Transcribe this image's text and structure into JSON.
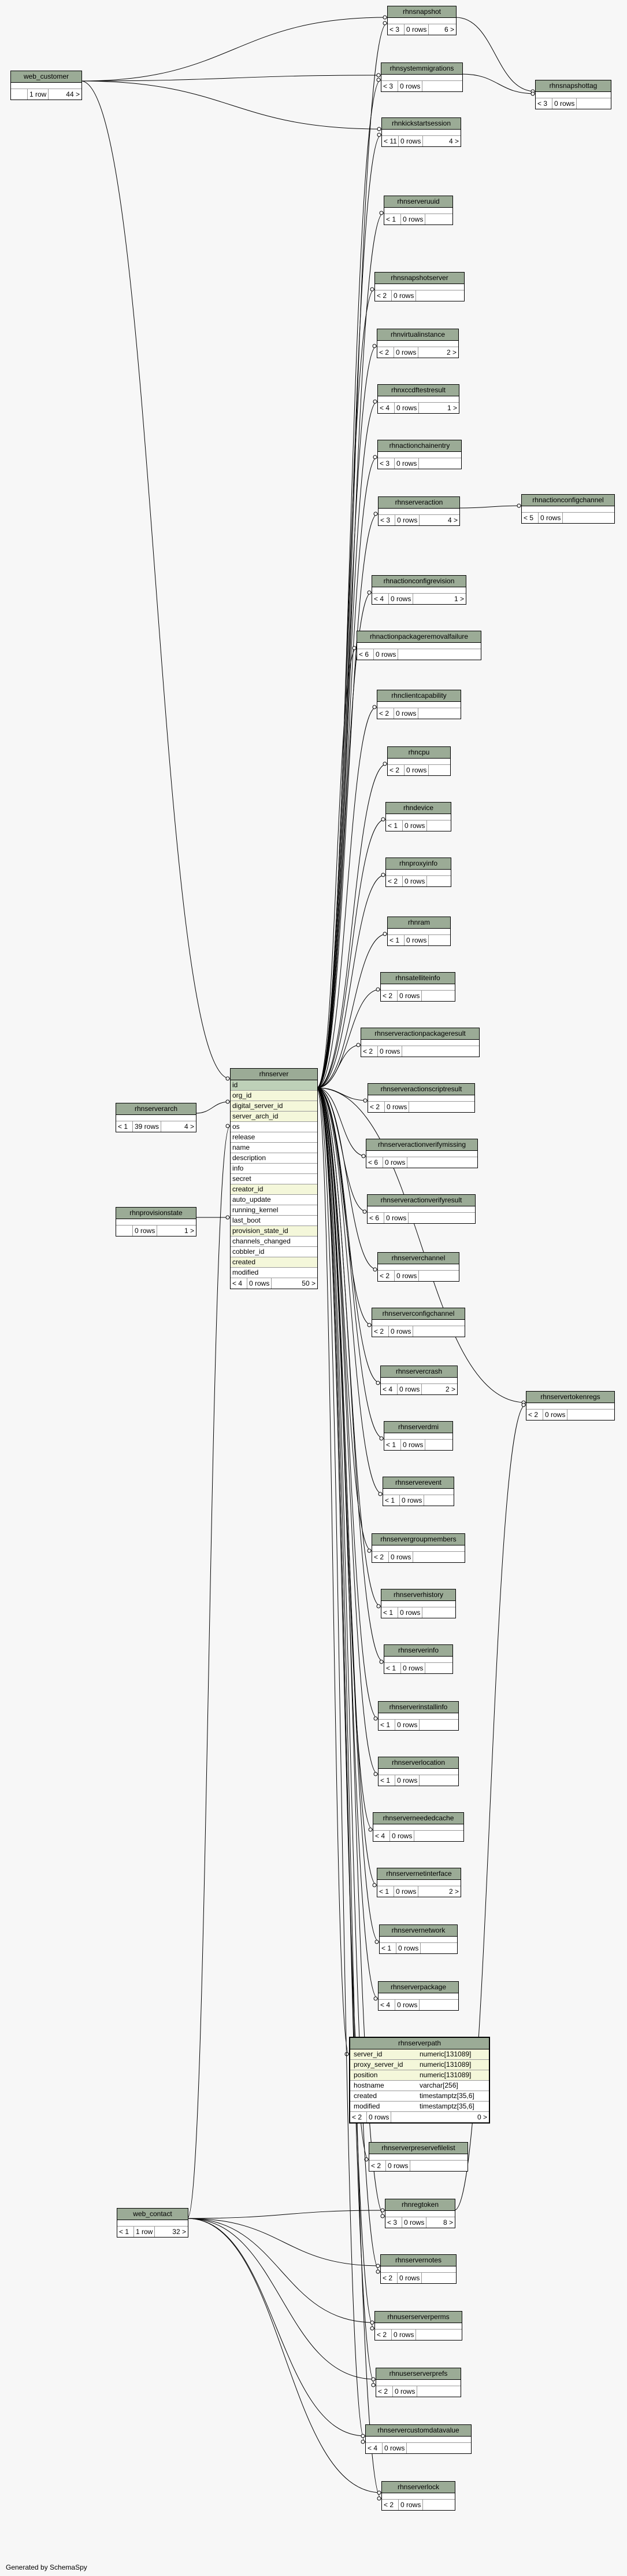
{
  "footer": "Generated by SchemaSpy",
  "tables": {
    "rhnsnapshot": {
      "name": "rhnsnapshot",
      "foot": [
        "< 3",
        "0 rows",
        "6 >"
      ]
    },
    "rhnsystemmigrations": {
      "name": "rhnsystemmigrations",
      "foot": [
        "< 3",
        "0 rows",
        ""
      ]
    },
    "rhnsnapshottag": {
      "name": "rhnsnapshottag",
      "foot": [
        "< 3",
        "0 rows",
        ""
      ]
    },
    "web_customer": {
      "name": "web_customer",
      "foot": [
        "",
        "1 row",
        "44 >"
      ]
    },
    "rhnkickstartsession": {
      "name": "rhnkickstartsession",
      "foot": [
        "< 11",
        "0 rows",
        "4 >"
      ]
    },
    "rhnserveruuid": {
      "name": "rhnserveruuid",
      "foot": [
        "< 1",
        "0 rows",
        ""
      ]
    },
    "rhnsnapshotserver": {
      "name": "rhnsnapshotserver",
      "foot": [
        "< 2",
        "0 rows",
        ""
      ]
    },
    "rhnvirtualinstance": {
      "name": "rhnvirtualinstance",
      "foot": [
        "< 2",
        "0 rows",
        "2 >"
      ]
    },
    "rhnxccdftestresult": {
      "name": "rhnxccdftestresult",
      "foot": [
        "< 4",
        "0 rows",
        "1 >"
      ]
    },
    "rhnactionchainentry": {
      "name": "rhnactionchainentry",
      "foot": [
        "< 3",
        "0 rows",
        ""
      ]
    },
    "rhnserveraction": {
      "name": "rhnserveraction",
      "foot": [
        "< 3",
        "0 rows",
        "4 >"
      ]
    },
    "rhnactionconfigchannel": {
      "name": "rhnactionconfigchannel",
      "foot": [
        "< 5",
        "0 rows",
        ""
      ]
    },
    "rhnactionconfigrevision": {
      "name": "rhnactionconfigrevision",
      "foot": [
        "< 4",
        "0 rows",
        "1 >"
      ]
    },
    "rhnactionpackageremovalfailure": {
      "name": "rhnactionpackageremovalfailure",
      "foot": [
        "< 6",
        "0 rows",
        ""
      ]
    },
    "rhnclientcapability": {
      "name": "rhnclientcapability",
      "foot": [
        "< 2",
        "0 rows",
        ""
      ]
    },
    "rhncpu": {
      "name": "rhncpu",
      "foot": [
        "< 2",
        "0 rows",
        ""
      ]
    },
    "rhndevice": {
      "name": "rhndevice",
      "foot": [
        "< 1",
        "0 rows",
        ""
      ]
    },
    "rhnproxyinfo": {
      "name": "rhnproxyinfo",
      "foot": [
        "< 2",
        "0 rows",
        ""
      ]
    },
    "rhnram": {
      "name": "rhnram",
      "foot": [
        "< 1",
        "0 rows",
        ""
      ]
    },
    "rhnsatelliteinfo": {
      "name": "rhnsatelliteinfo",
      "foot": [
        "< 2",
        "0 rows",
        ""
      ]
    },
    "rhnserveractionpackageresult": {
      "name": "rhnserveractionpackageresult",
      "foot": [
        "< 2",
        "0 rows",
        ""
      ]
    },
    "rhnserveractionscriptresult": {
      "name": "rhnserveractionscriptresult",
      "foot": [
        "< 2",
        "0 rows",
        ""
      ]
    },
    "rhnserveractionverifymissing": {
      "name": "rhnserveractionverifymissing",
      "foot": [
        "< 6",
        "0 rows",
        ""
      ]
    },
    "rhnserveractionverifyresult": {
      "name": "rhnserveractionverifyresult",
      "foot": [
        "< 6",
        "0 rows",
        ""
      ]
    },
    "rhnserverchannel": {
      "name": "rhnserverchannel",
      "foot": [
        "< 2",
        "0 rows",
        ""
      ]
    },
    "rhnserverconfigchannel": {
      "name": "rhnserverconfigchannel",
      "foot": [
        "< 2",
        "0 rows",
        ""
      ]
    },
    "rhnservercrash": {
      "name": "rhnservercrash",
      "foot": [
        "< 4",
        "0 rows",
        "2 >"
      ]
    },
    "rhnserverdmi": {
      "name": "rhnserverdmi",
      "foot": [
        "< 1",
        "0 rows",
        ""
      ]
    },
    "rhnserverevent": {
      "name": "rhnserverevent",
      "foot": [
        "< 1",
        "0 rows",
        ""
      ]
    },
    "rhnservergroupmembers": {
      "name": "rhnservergroupmembers",
      "foot": [
        "< 2",
        "0 rows",
        ""
      ]
    },
    "rhnserverhistory": {
      "name": "rhnserverhistory",
      "foot": [
        "< 1",
        "0 rows",
        ""
      ]
    },
    "rhnserverinfo": {
      "name": "rhnserverinfo",
      "foot": [
        "< 1",
        "0 rows",
        ""
      ]
    },
    "rhnserverinstallinfo": {
      "name": "rhnserverinstallinfo",
      "foot": [
        "< 1",
        "0 rows",
        ""
      ]
    },
    "rhnserverlocation": {
      "name": "rhnserverlocation",
      "foot": [
        "< 1",
        "0 rows",
        ""
      ]
    },
    "rhnserverneededcache": {
      "name": "rhnserverneededcache",
      "foot": [
        "< 4",
        "0 rows",
        ""
      ]
    },
    "rhnservernetinterface": {
      "name": "rhnservernetinterface",
      "foot": [
        "< 1",
        "0 rows",
        "2 >"
      ]
    },
    "rhnservernetwork": {
      "name": "rhnservernetwork",
      "foot": [
        "< 1",
        "0 rows",
        ""
      ]
    },
    "rhnserverpackage": {
      "name": "rhnserverpackage",
      "foot": [
        "< 4",
        "0 rows",
        ""
      ]
    },
    "rhnserverpreservefilelist": {
      "name": "rhnserverpreservefilelist",
      "foot": [
        "< 2",
        "0 rows",
        ""
      ]
    },
    "rhnregtoken": {
      "name": "rhnregtoken",
      "foot": [
        "< 3",
        "0 rows",
        "8 >"
      ]
    },
    "rhnservernotes": {
      "name": "rhnservernotes",
      "foot": [
        "< 2",
        "0 rows",
        ""
      ]
    },
    "rhnuserserverperms": {
      "name": "rhnuserserverperms",
      "foot": [
        "< 2",
        "0 rows",
        ""
      ]
    },
    "rhnuserserverprefs": {
      "name": "rhnuserserverprefs",
      "foot": [
        "< 2",
        "0 rows",
        ""
      ]
    },
    "rhnservercustomdatavalue": {
      "name": "rhnservercustomdatavalue",
      "foot": [
        "< 4",
        "0 rows",
        ""
      ]
    },
    "rhnserverlock": {
      "name": "rhnserverlock",
      "foot": [
        "< 2",
        "0 rows",
        ""
      ]
    },
    "rhnservertokenregs": {
      "name": "rhnservertokenregs",
      "foot": [
        "< 2",
        "0 rows",
        ""
      ]
    },
    "rhnserverarch": {
      "name": "rhnserverarch",
      "foot": [
        "< 1",
        "39 rows",
        "4 >"
      ]
    },
    "rhnprovisionstate": {
      "name": "rhnprovisionstate",
      "foot": [
        "",
        "0 rows",
        "1 >"
      ]
    },
    "web_contact": {
      "name": "web_contact",
      "foot": [
        "< 1",
        "1 row",
        "32 >"
      ]
    }
  },
  "rhnserver": {
    "name": "rhnserver",
    "columns": [
      "id",
      "org_id",
      "digital_server_id",
      "server_arch_id",
      "os",
      "release",
      "name",
      "description",
      "info",
      "secret",
      "creator_id",
      "auto_update",
      "running_kernel",
      "last_boot",
      "provision_state_id",
      "channels_changed",
      "cobbler_id",
      "created",
      "modified"
    ],
    "foot": [
      "< 4",
      "0 rows",
      "50 >"
    ]
  },
  "rhnserverpath": {
    "name": "rhnserverpath",
    "columns": [
      {
        "name": "server_id",
        "type": "numeric[131089]"
      },
      {
        "name": "proxy_server_id",
        "type": "numeric[131089]"
      },
      {
        "name": "position",
        "type": "numeric[131089]"
      },
      {
        "name": "hostname",
        "type": "varchar[256]"
      },
      {
        "name": "created",
        "type": "timestamptz[35,6]"
      },
      {
        "name": "modified",
        "type": "timestamptz[35,6]"
      }
    ],
    "foot": [
      "< 2",
      "0 rows",
      "0 >"
    ]
  }
}
